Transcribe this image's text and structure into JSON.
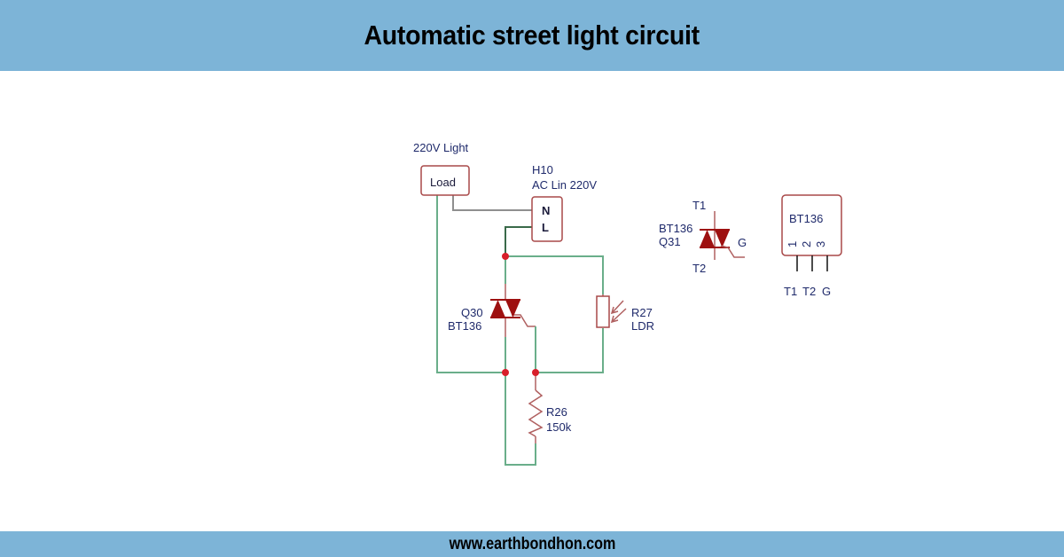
{
  "header": {
    "title": "Automatic street light circuit"
  },
  "footer": {
    "website": "www.earthbondhon.com"
  },
  "colors": {
    "banner": "#7db4d7",
    "wire": "#6aae8a",
    "component_outline": "#a84848",
    "triac_fill": "#9e1010",
    "junction": "#d81e2a",
    "label_text": "#1f2a6b"
  },
  "schematic": {
    "load": {
      "caption": "220V Light",
      "label": "Load"
    },
    "supply": {
      "ref": "H10",
      "value": "AC Lin 220V",
      "pins": [
        "N",
        "L"
      ]
    },
    "triac_main": {
      "ref": "Q30",
      "part": "BT136"
    },
    "ldr": {
      "ref": "R27",
      "value": "LDR"
    },
    "resistor": {
      "ref": "R26",
      "value": "150k"
    }
  },
  "triac_symbol": {
    "part": "BT136",
    "ref": "Q31",
    "terminals": {
      "t1": "T1",
      "t2": "T2",
      "gate": "G"
    }
  },
  "package": {
    "part": "BT136",
    "pin_numbers": [
      "1",
      "2",
      "3"
    ],
    "pin_names": [
      "T1",
      "T2",
      "G"
    ]
  }
}
